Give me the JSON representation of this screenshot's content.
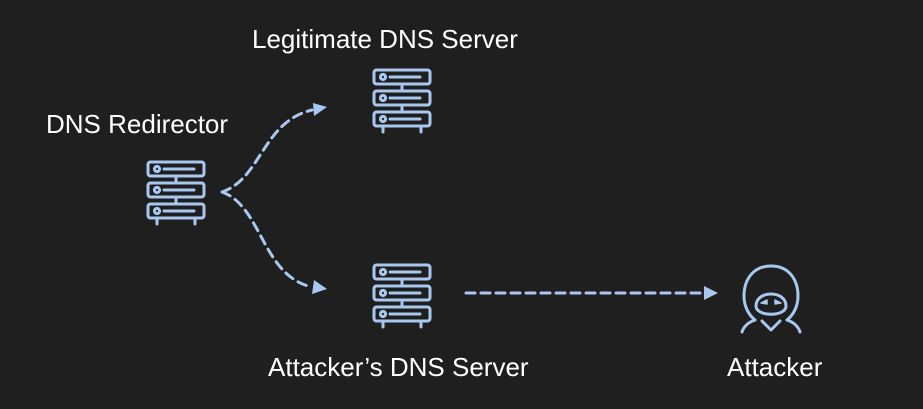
{
  "diagram": {
    "nodes": {
      "redirector": {
        "label": "DNS Redirector",
        "icon": "server-icon"
      },
      "legitimate": {
        "label": "Legitimate DNS Server",
        "icon": "server-icon"
      },
      "attacker_server": {
        "label": "Attacker’s DNS Server",
        "icon": "server-icon"
      },
      "attacker": {
        "label": "Attacker",
        "icon": "hooded-hacker-icon"
      }
    },
    "edges": [
      {
        "from": "redirector",
        "to": "legitimate",
        "style": "dashed"
      },
      {
        "from": "redirector",
        "to": "attacker_server",
        "style": "dashed"
      },
      {
        "from": "attacker_server",
        "to": "attacker",
        "style": "dashed"
      }
    ],
    "colors": {
      "background": "#1f1f1f",
      "icon_stroke": "#a9c8f0",
      "text": "#ffffff"
    }
  }
}
